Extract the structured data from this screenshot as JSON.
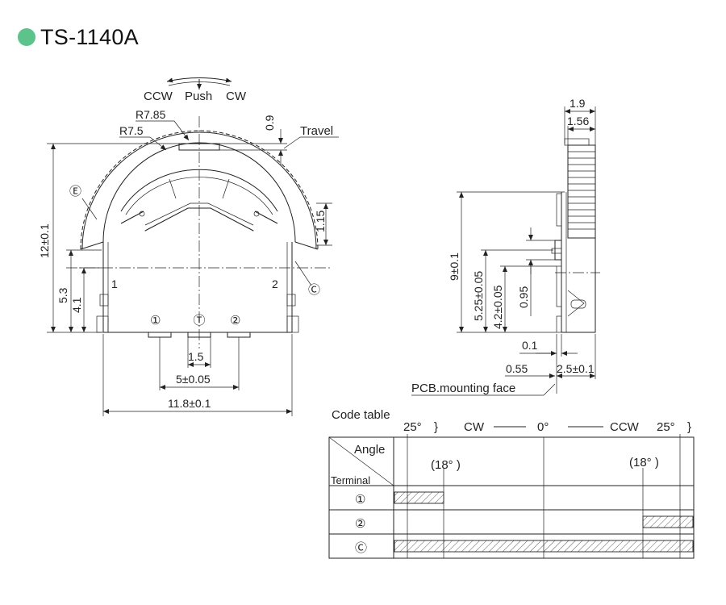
{
  "header": {
    "title": "TS-1140A",
    "dot_color": "#5cc38a"
  },
  "front_view": {
    "rotation": {
      "ccw": "CCW",
      "push": "Push",
      "cw": "CW"
    },
    "radius_outer": "R7.85",
    "radius_inner": "R7.5",
    "travel_label": "Travel",
    "travel_value": "0.9",
    "height": "12±0.1",
    "dim_1_15": "1.15",
    "dim_5_3": "5.3",
    "dim_4_1": "4.1",
    "pitch": "1.5",
    "span": "5±0.05",
    "width": "11.8±0.1",
    "terminal_1": "①",
    "terminal_t": "Ⓣ",
    "terminal_2": "②",
    "mark_e": "Ⓔ",
    "mark_c": "Ⓒ",
    "side_1": "1",
    "side_2": "2"
  },
  "side_view": {
    "dim_1_9": "1.9",
    "dim_1_56": "1.56",
    "dim_9": "9±0.1",
    "dim_5_25": "5.25±0.05",
    "dim_4_2": "4.2±0.05",
    "dim_0_95": "0.95",
    "dim_0_1": "0.1",
    "dim_0_55": "0.55",
    "dim_2_5": "2.5±0.1",
    "pcb_label": "PCB.mounting face"
  },
  "code_table": {
    "caption": "Code table",
    "angle_left": "25°",
    "cw": "CW",
    "zero": "0°",
    "ccw": "CCW",
    "angle_right": "25°",
    "angle_header": "Angle",
    "terminal_header": "Terminal",
    "detent_left": "(18° )",
    "detent_right": "(18° )",
    "rows": [
      {
        "terminal": "①"
      },
      {
        "terminal": "②"
      },
      {
        "terminal": "Ⓒ"
      }
    ]
  }
}
